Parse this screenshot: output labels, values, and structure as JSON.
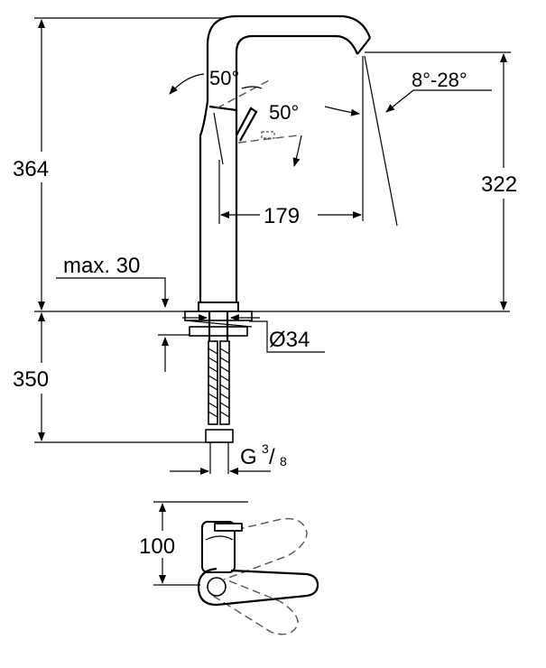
{
  "dimensions": {
    "total_height": "364",
    "spout_height": "322",
    "below_counter": "350",
    "reach": "179",
    "max_thickness": "max. 30",
    "hole_diameter": "Ø34",
    "connection_thread": "G",
    "thread_num": "3",
    "thread_den": "8",
    "plan_depth": "100"
  },
  "angles": {
    "lever_swing": "50°",
    "lever_side": "50°",
    "spout_tilt": "8°-28°"
  }
}
